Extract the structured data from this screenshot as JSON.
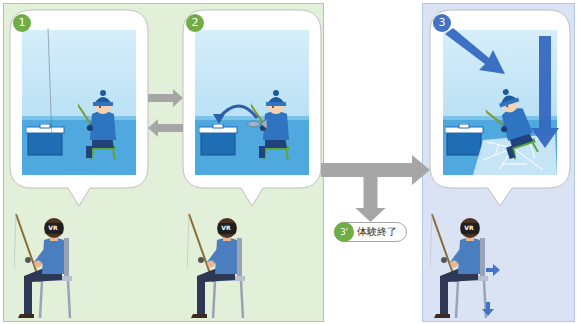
{
  "diagram": {
    "nodes": [
      {
        "text": [
          "1"
        ]
      },
      {
        "text": [
          "2"
        ]
      },
      {
        "text": [
          "3"
        ]
      },
      {
        "text": [
          "3'",
          "体験終了"
        ]
      }
    ],
    "edges": [
      {
        "from": 0,
        "to": 1,
        "arrow": "to"
      },
      {
        "from": 1,
        "to": 0,
        "arrow": "to"
      },
      {
        "from": 1,
        "to": 2,
        "arrow": "to"
      },
      {
        "from": 1,
        "to": 3,
        "arrow": "to"
      }
    ],
    "labels": [
      "VR",
      "VR",
      "VR"
    ]
  }
}
